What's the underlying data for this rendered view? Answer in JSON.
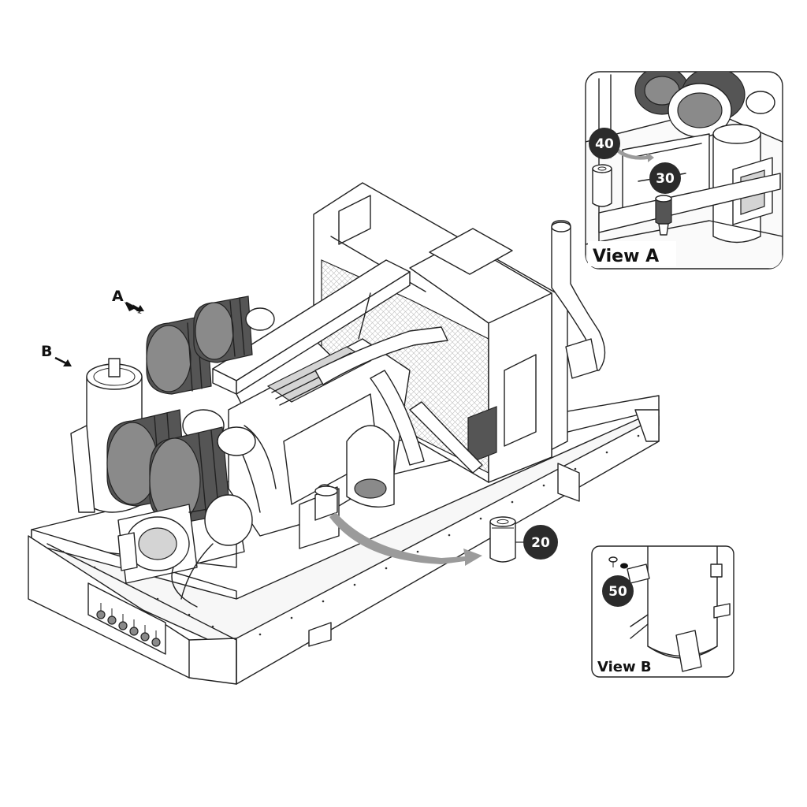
{
  "view_arrows": {
    "a": "A",
    "b": "B"
  },
  "callouts": {
    "c20": "20",
    "c30": "30",
    "c40": "40",
    "c50": "50"
  },
  "insets": {
    "view_a": "View A",
    "view_b": "View B"
  },
  "colors": {
    "callout_fill": "#2b2b2b",
    "move_arrow": "#9b9b9b",
    "line": "#222222"
  }
}
